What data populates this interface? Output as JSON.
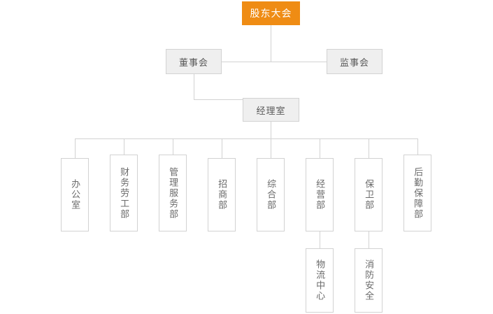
{
  "diagram": {
    "type": "org-chart",
    "title": "",
    "colors": {
      "root_fill": "#ef8c14",
      "root_text": "#ffffff",
      "level2_fill": "#efefef",
      "level2_text": "#595959",
      "leaf_fill": "#ffffff",
      "leaf_text": "#6b6b6b",
      "line": "#d2d2d2"
    },
    "nodes": {
      "root": {
        "label": "股东大会"
      },
      "board": {
        "label": "董事会"
      },
      "supervisors": {
        "label": "监事会"
      },
      "manager_office": {
        "label": "经理室"
      },
      "departments": [
        {
          "label": "办公室"
        },
        {
          "label": "财务劳工部"
        },
        {
          "label": "管理服务部"
        },
        {
          "label": "招商部"
        },
        {
          "label": "综合部"
        },
        {
          "label": "经营部"
        },
        {
          "label": "保卫部"
        },
        {
          "label": "后勤保障部"
        }
      ],
      "sub_departments": [
        {
          "label": "物流中心",
          "parent": "经营部"
        },
        {
          "label": "消防安全",
          "parent": "保卫部"
        }
      ]
    }
  }
}
